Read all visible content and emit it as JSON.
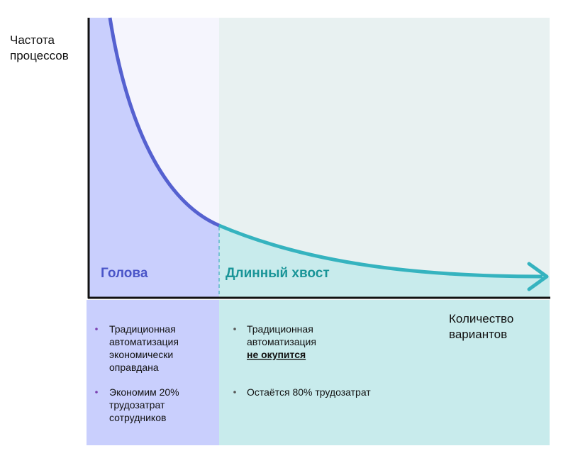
{
  "y_axis_label": [
    "Частота",
    "процессов"
  ],
  "x_axis_label": [
    "Количество",
    "вариантов"
  ],
  "colors": {
    "head_curve": "#5561d0",
    "tail_curve": "#35b3bf",
    "head_fill": "#c9cffd",
    "tail_fill": "#c8ebec",
    "head_label": "#4a55c8",
    "tail_label": "#1a9598"
  },
  "zones": {
    "head": {
      "label": "Голова",
      "bullets": [
        [
          "Традиционная",
          "автоматизация",
          "экономически",
          "оправдана"
        ],
        [
          "Экономим 20%",
          "трудозатрат",
          "сотрудников"
        ]
      ]
    },
    "tail": {
      "label": "Длинный хвост",
      "bullets": [
        [
          "Традиционная",
          "автоматизация"
        ],
        [
          "Остаётся 80% трудозатрат"
        ]
      ],
      "emphasis": "не окупится"
    }
  }
}
